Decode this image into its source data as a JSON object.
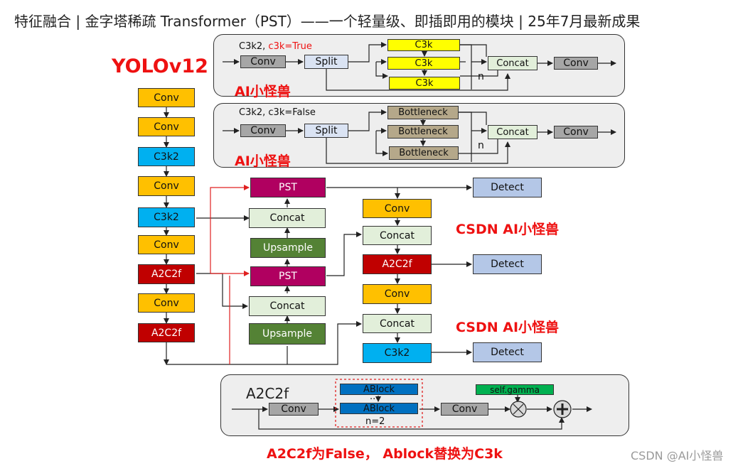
{
  "title": "特征融合 | 金字塔稀疏 Transformer（PST）——一个轻量级、即插即用的模块 | 25年7月最新成果",
  "model_label": "YOLOv12",
  "colors": {
    "conv_orange": "#ffc000",
    "c3k2_blue": "#00b0f0",
    "a2c2f_red": "#c00000",
    "pst_magenta": "#b00060",
    "upsample_green": "#548235",
    "concat_light": "#e2efda",
    "detect_blue": "#b4c7e7",
    "c3k_yellow": "#ffff00",
    "bottleneck_tan": "#b5a88a",
    "conv_grey": "#a6a6a6",
    "split_blue": "#dae3f3",
    "ablock_blue": "#0070c0",
    "gamma_green": "#00b050",
    "accent_red": "#ee1111"
  },
  "backbone": [
    "Conv",
    "Conv",
    "C3k2",
    "Conv",
    "C3k2",
    "Conv",
    "A2C2f",
    "Conv",
    "A2C2f"
  ],
  "neck_left": {
    "pst_top": "PST",
    "concat_1": "Concat",
    "upsample_1": "Upsample",
    "pst_mid": "PST",
    "concat_2": "Concat",
    "upsample_2": "Upsample"
  },
  "neck_right": {
    "conv_1": "Conv",
    "concat_1": "Concat",
    "a2c2f": "A2C2f",
    "conv_2": "Conv",
    "concat_2": "Concat",
    "c3k2": "C3k2"
  },
  "detect": [
    "Detect",
    "Detect",
    "Detect"
  ],
  "panel_true": {
    "label_prefix": "C3k2,",
    "label_flag": "c3k=True",
    "conv_in": "Conv",
    "split": "Split",
    "blocks": [
      "C3k",
      "C3k",
      "C3k"
    ],
    "concat": "Concat",
    "conv_out": "Conv",
    "n": "n",
    "watermark": "AI小怪兽"
  },
  "panel_false": {
    "label": "C3k2, c3k=False",
    "conv_in": "Conv",
    "split": "Split",
    "blocks": [
      "Bottleneck",
      "Bottleneck",
      "Bottleneck"
    ],
    "concat": "Concat",
    "conv_out": "Conv",
    "n": "n",
    "watermark": "AI小怪兽"
  },
  "panel_a2c2f": {
    "label": "A2C2f",
    "conv_in": "Conv",
    "ablock_top": "ABlock",
    "dots": "...",
    "ablock_bottom": "ABlock",
    "n_label": "n=2",
    "conv_out": "Conv",
    "gamma": "self.gamma"
  },
  "csdn_labels": [
    "CSDN AI小怪兽",
    "CSDN AI小怪兽"
  ],
  "bottom_note": "A2C2f为False， Ablock替换为C3k",
  "watermark": "CSDN @AI小怪兽"
}
